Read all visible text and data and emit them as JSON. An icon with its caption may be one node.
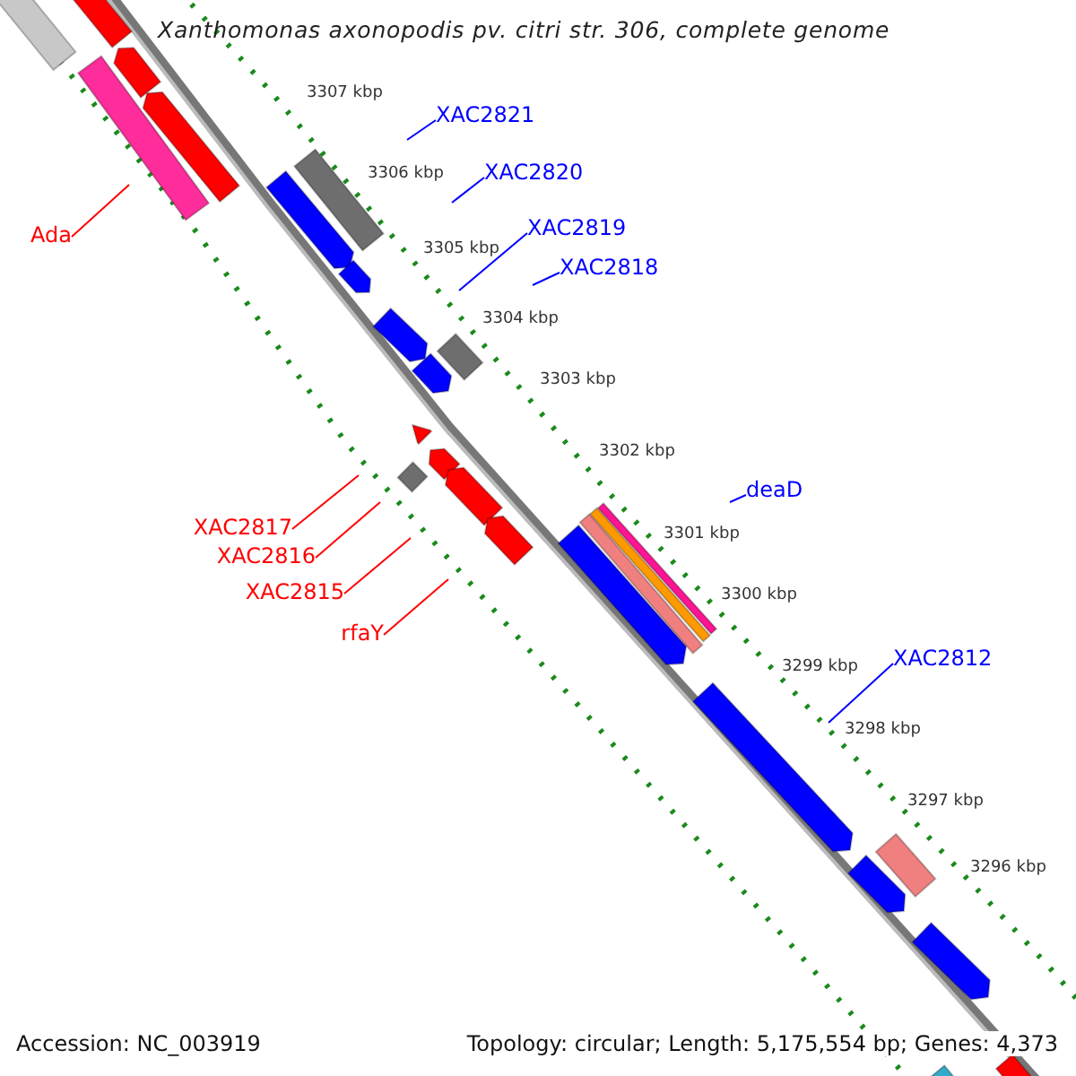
{
  "diagram": {
    "title": "Xanthomonas axonopodis pv. citri str. 306, complete genome",
    "nodes": [
      {
        "text": [
          "XAC2821"
        ]
      },
      {
        "text": [
          "XAC2820"
        ]
      },
      {
        "text": [
          "XAC2819"
        ]
      },
      {
        "text": [
          "Ada"
        ]
      },
      {
        "text": [
          "XAC2818"
        ]
      },
      {
        "text": [
          "deaD"
        ]
      },
      {
        "text": [
          "XAC2817"
        ]
      },
      {
        "text": [
          "XAC2816"
        ]
      },
      {
        "text": [
          "XAC2815"
        ]
      },
      {
        "text": [
          "rfaY"
        ]
      },
      {
        "text": [
          "XAC2812"
        ]
      }
    ],
    "edges": [
      {
        "from": 0,
        "to": null,
        "arrow": "none"
      },
      {
        "from": 1,
        "to": null,
        "arrow": "none"
      },
      {
        "from": 2,
        "to": null,
        "arrow": "none"
      },
      {
        "from": 3,
        "to": null,
        "arrow": "none",
        "color": "#ff0000"
      },
      {
        "from": 4,
        "to": null,
        "arrow": "none"
      },
      {
        "from": 5,
        "to": null,
        "arrow": "none"
      },
      {
        "from": 6,
        "to": null,
        "arrow": "none",
        "color": "#ff0000"
      },
      {
        "from": 7,
        "to": null,
        "arrow": "none",
        "color": "#ff0000"
      },
      {
        "from": 8,
        "to": null,
        "arrow": "none",
        "color": "#ff0000"
      },
      {
        "from": 9,
        "to": null,
        "arrow": "none",
        "color": "#ff0000"
      },
      {
        "from": 10,
        "to": null,
        "arrow": "none"
      }
    ],
    "labels": [
      "3307 kbp",
      "3306 kbp",
      "3305 kbp",
      "3304 kbp",
      "3303 kbp",
      "3302 kbp",
      "3301 kbp",
      "3300 kbp",
      "3299 kbp",
      "3298 kbp",
      "3297 kbp",
      "3296 kbp",
      "Accession: NC_003919",
      "Topology: circular; Length: 5,175,554 bp; Genes: 4,373"
    ]
  }
}
